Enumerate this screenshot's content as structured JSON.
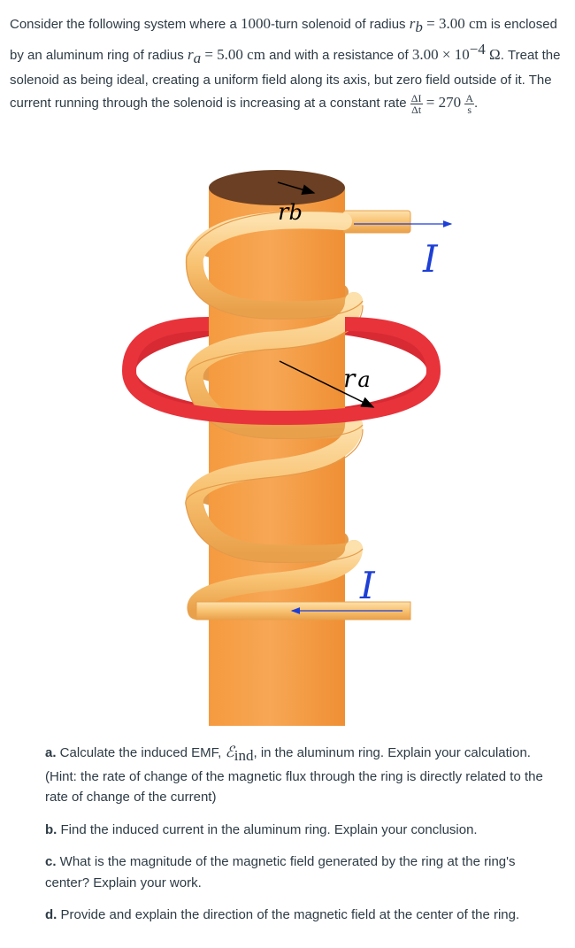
{
  "intro": {
    "s1": "Consider the following system where a ",
    "turns": "1000",
    "s2": "-turn solenoid of radius ",
    "rb_sym": "r",
    "rb_sub": "b",
    "rb_val": " = 3.00 cm",
    "s3": " is enclosed by an aluminum ring of radius ",
    "ra_sym": "r",
    "ra_sub": "a",
    "ra_val": " = 5.00 cm",
    "s4": " and with a resistance of",
    "res_base": "3.00 × 10",
    "res_exp": "−4",
    "res_unit": " Ω",
    "s5": ". Treat the solenoid as being ideal, creating a uniform field along its axis, but zero field outside of it. The current running through the solenoid is increasing at a constant rate ",
    "rate_num": "ΔI",
    "rate_den": "Δt",
    "rate_eq": " = 270 ",
    "rate_unit_num": "A",
    "rate_unit_den": "s",
    "s6": "."
  },
  "figure": {
    "label_rb": "rb",
    "label_rb_main": "r",
    "label_rb_sub": "b",
    "label_ra_main": "r",
    "label_ra_sub": "a",
    "label_I_top": "I",
    "label_I_bottom": "I",
    "colors": {
      "cylinder": "#f39c4a",
      "cylinder_top": "#6b3f23",
      "coil": "#f6bf6a",
      "ring": "#e8333b",
      "arrow_blue": "#1d3fd6"
    }
  },
  "questions": {
    "a_label": "a.",
    "a_text1": " Calculate the induced EMF, ",
    "a_sym": "ℰ",
    "a_sub": "ind",
    "a_text2": ", in the aluminum ring.  Explain your calculation. (Hint: the rate of change of the magnetic flux through the ring is directly related to the rate of change of the current)",
    "b_label": "b.",
    "b_text": " Find the induced current in the aluminum ring.  Explain your conclusion.",
    "c_label": "c.",
    "c_text": " What is the magnitude of the magnetic field generated by the ring at the ring's center?  Explain your work.",
    "d_label": "d.",
    "d_text": " Provide and explain the direction of the magnetic field at the center of the ring."
  }
}
